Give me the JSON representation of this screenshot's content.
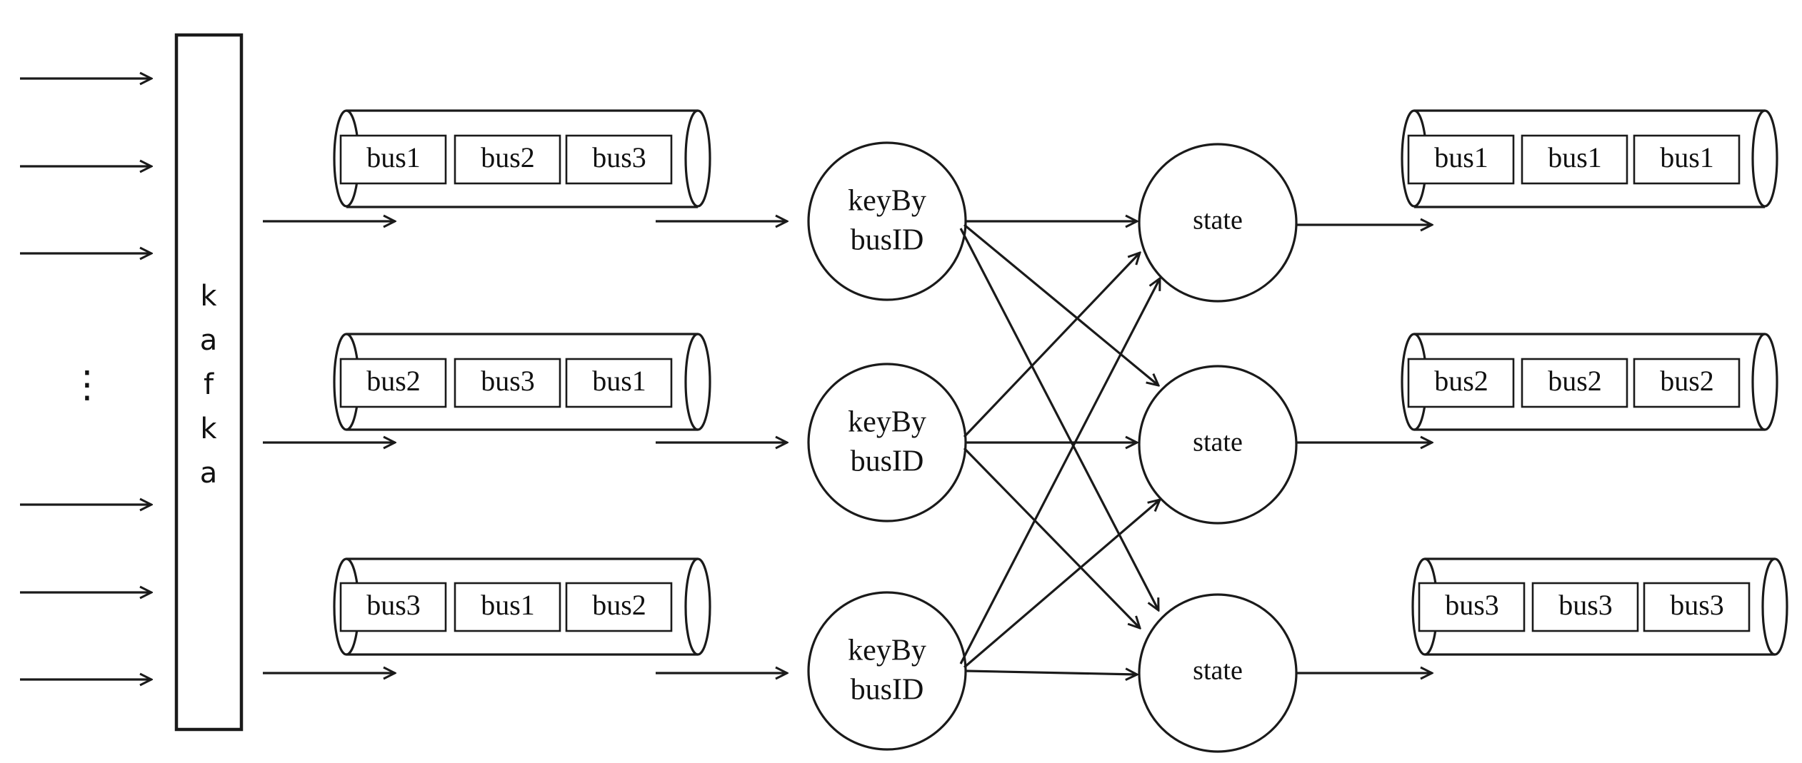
{
  "kafka": {
    "letters": [
      "k",
      "a",
      "f",
      "k",
      "a"
    ],
    "ellipsis": "⋮"
  },
  "input_queues": [
    {
      "items": [
        "bus1",
        "bus2",
        "bus3"
      ]
    },
    {
      "items": [
        "bus2",
        "bus3",
        "bus1"
      ]
    },
    {
      "items": [
        "bus3",
        "bus1",
        "bus2"
      ]
    }
  ],
  "keyby_nodes": [
    {
      "line1": "keyBy",
      "line2": "busID"
    },
    {
      "line1": "keyBy",
      "line2": "busID"
    },
    {
      "line1": "keyBy",
      "line2": "busID"
    }
  ],
  "state_nodes": [
    {
      "label": "state"
    },
    {
      "label": "state"
    },
    {
      "label": "state"
    }
  ],
  "output_queues": [
    {
      "items": [
        "bus1",
        "bus1",
        "bus1"
      ]
    },
    {
      "items": [
        "bus2",
        "bus2",
        "bus2"
      ]
    },
    {
      "items": [
        "bus3",
        "bus3",
        "bus3"
      ]
    }
  ]
}
